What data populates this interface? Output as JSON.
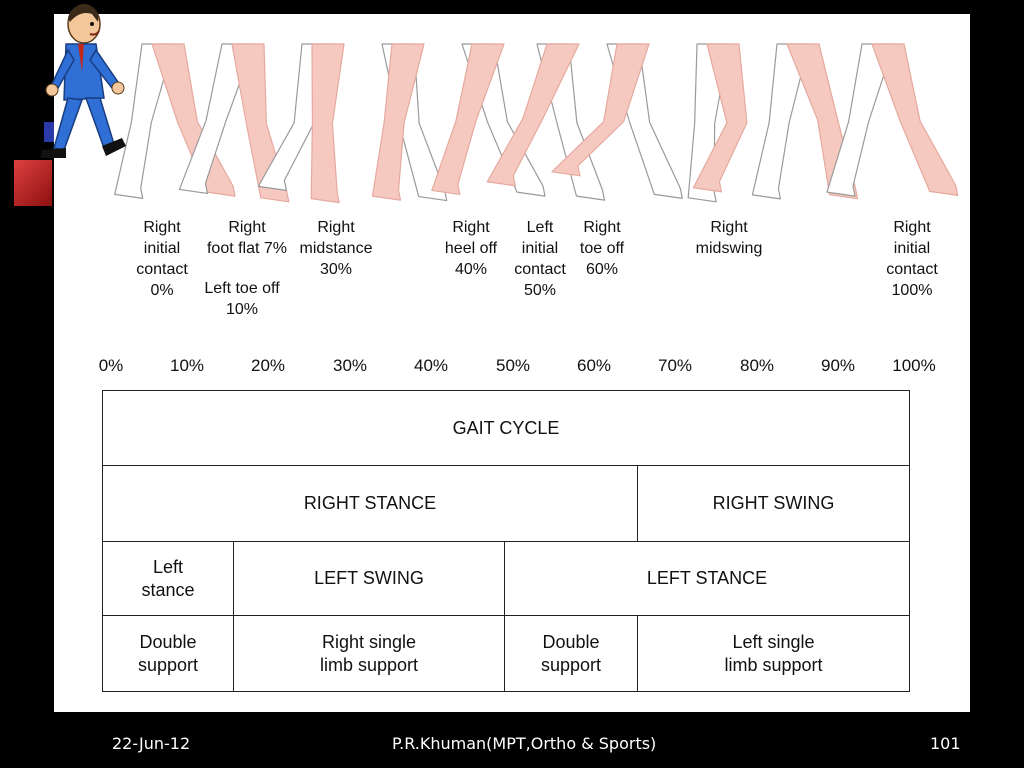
{
  "phases": [
    {
      "id": "right-initial-contact-0",
      "text": "Right\ninitial\ncontact\n0%"
    },
    {
      "id": "right-foot-flat-7",
      "text": "Right\nfoot flat 7%"
    },
    {
      "id": "left-toe-off-10",
      "text": "Left toe off\n10%"
    },
    {
      "id": "right-midstance-30",
      "text": "Right\nmidstance\n30%"
    },
    {
      "id": "right-heel-off-40",
      "text": "Right\nheel off\n40%"
    },
    {
      "id": "left-initial-contact-50",
      "text": "Left\ninitial\ncontact\n50%"
    },
    {
      "id": "right-toe-off-60",
      "text": "Right\ntoe off\n60%"
    },
    {
      "id": "right-midswing",
      "text": "Right\nmidswing"
    },
    {
      "id": "right-initial-contact-100",
      "text": "Right\ninitial\ncontact\n100%"
    }
  ],
  "ticks": [
    "0%",
    "10%",
    "20%",
    "30%",
    "40%",
    "50%",
    "60%",
    "70%",
    "80%",
    "90%",
    "100%"
  ],
  "table": {
    "gait_cycle": "GAIT CYCLE",
    "right_stance": "RIGHT STANCE",
    "right_swing": "RIGHT SWING",
    "left_stance_short": "Left\nstance",
    "left_swing": "LEFT SWING",
    "left_stance": "LEFT STANCE",
    "double_support_1": "Double\nsupport",
    "right_single_limb": "Right single\nlimb support",
    "double_support_2": "Double\nsupport",
    "left_single_limb": "Left single\nlimb support"
  },
  "footer": {
    "date": "22-Jun-12",
    "author": "P.R.Khuman(MPT,Ortho & Sports)",
    "page": "101"
  },
  "colors": {
    "skin": "#f6c9c0",
    "skin_outline": "#e5a99e",
    "suit": "#2f6fd6"
  }
}
